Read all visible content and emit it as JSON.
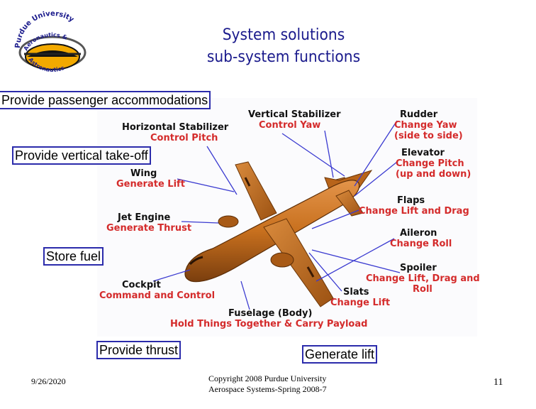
{
  "logo": {
    "text": "Purdue University Aeronautics & Astronautics"
  },
  "title": {
    "line1": "System solutions",
    "line2": "sub-system functions"
  },
  "boxes": {
    "passenger": "Provide passenger accommodations",
    "takeoff": "Provide vertical take-off",
    "fuel": "Store fuel",
    "thrust": "Provide thrust",
    "lift": "Generate lift"
  },
  "labels": {
    "hstab": {
      "name": "Horizontal Stabilizer",
      "func": "Control Pitch"
    },
    "vstab": {
      "name": "Vertical Stabilizer",
      "func": "Control Yaw"
    },
    "rudder": {
      "name": "Rudder",
      "func1": "Change Yaw",
      "func2": "(side to side)"
    },
    "elevator": {
      "name": "Elevator",
      "func1": "Change Pitch",
      "func2": "(up and down)"
    },
    "wing": {
      "name": "Wing",
      "func": "Generate Lift"
    },
    "flaps": {
      "name": "Flaps",
      "func": "Change Lift and Drag"
    },
    "engine": {
      "name": "Jet Engine",
      "func": "Generate Thrust"
    },
    "aileron": {
      "name": "Aileron",
      "func": "Change Roll"
    },
    "spoiler": {
      "name": "Spoiler",
      "func1": "Change Lift, Drag and",
      "func2": "Roll"
    },
    "cockpit": {
      "name": "Cockpit",
      "func": "Command and Control"
    },
    "slats": {
      "name": "Slats",
      "func": "Change Lift"
    },
    "fuselage": {
      "name": "Fuselage (Body)",
      "func": "Hold Things Together & Carry Payload"
    }
  },
  "footer": {
    "date": "9/26/2020",
    "copyright1": "Copyright 2008 Purdue University",
    "copyright2": "Aerospace Systems-Spring 2008-7",
    "page": "11"
  },
  "colors": {
    "title": "#1a1a8c",
    "box_border": "#2b2bab",
    "function_text": "#d42b2b",
    "aircraft_body": "#c8701e",
    "leader_lines": "#3a3ad0"
  }
}
